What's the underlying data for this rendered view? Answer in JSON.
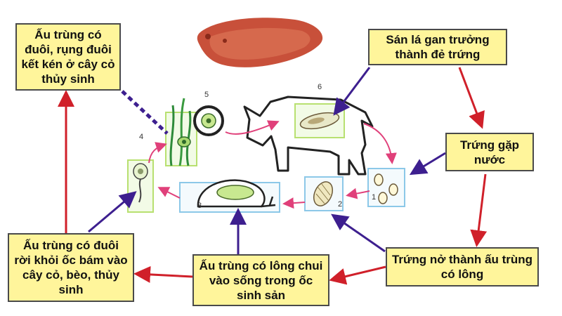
{
  "labels": {
    "larva_tail_cyst": "Ấu trùng có đuôi, rụng đuôi kết kén ở cây cỏ thủy sinh",
    "adult_eggs": "Sán lá gan trưởng thành đẻ trứng",
    "egg_water": "Trứng gặp nước",
    "egg_hatch": "Trứng nở thành ấu trùng có lông",
    "ciliated_snail": "Ấu trùng có lông chui vào sống trong ốc sinh sản",
    "tail_leaves_snail": "Ấu trùng có đuôi rời khỏi ốc bám vào cây cỏ, bèo, thủy sinh"
  },
  "stage_numbers": [
    "1",
    "2",
    "3",
    "4",
    "5",
    "6"
  ],
  "colors": {
    "label_fill": "#fff59b",
    "label_border": "#4a4a4a",
    "red_arrow": "#d0202a",
    "purple_arrow": "#3d1f8f",
    "pink_arrow": "#e0407a",
    "fluke": "#c8503a",
    "green_box": "#b8e070",
    "blue_box": "#8cc8e8"
  }
}
